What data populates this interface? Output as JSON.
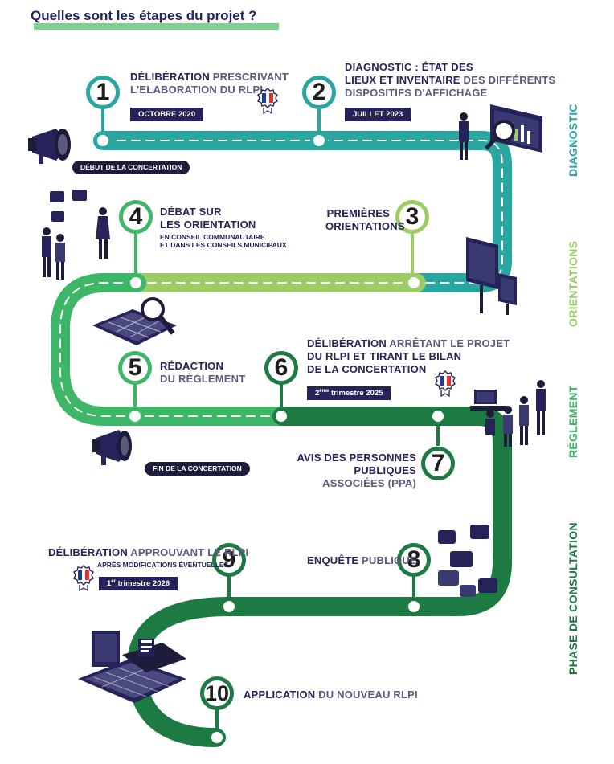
{
  "title": "Quelles sont les étapes du projet ?",
  "phases": {
    "diagnostic": "DIAGNOSTIC",
    "orientations": "ORIENTATIONS",
    "reglement": "RÈGLEMENT",
    "consultation": "PHASE DE CONSULTATION"
  },
  "colors": {
    "teal": "#2aa6a0",
    "lime": "#9ccc65",
    "green": "#3db767",
    "dark_green": "#1e7a43",
    "navy": "#25235a"
  },
  "concertation": {
    "start": "DÉBUT DE LA CONCERTATION",
    "end": "FIN DE LA CONCERTATION"
  },
  "steps": [
    {
      "num": "1",
      "line1_hl": "DÉLIBÉRATION",
      "line1_rest": " PRESCRIVANT",
      "line2": "L'ELABORATION DU RLPi",
      "badge": "OCTOBRE 2020"
    },
    {
      "num": "2",
      "line1": "DIAGNOSTIC : ÉTAT DES",
      "line2_hl": "LIEUX ET INVENTAIRE",
      "line2_rest": " DES DIFFÉRENTS",
      "line3": "DISPOSITIFS D'AFFICHAGE",
      "badge": "JUILLET 2023"
    },
    {
      "num": "3",
      "line1": "PREMIÈRES",
      "line2": "ORIENTATIONS"
    },
    {
      "num": "4",
      "line1": "DÉBAT SUR",
      "line2": "LES ORIENTATION",
      "sub1": "EN CONSEIL COMMUNAUTAIRE",
      "sub2": "ET DANS LES CONSEILS MUNICIPAUX"
    },
    {
      "num": "5",
      "line1": "RÉDACTION",
      "line2": "DU RÈGLEMENT"
    },
    {
      "num": "6",
      "line1_hl": "DÉLIBÉRATION",
      "line1_rest": " ARRÊTANT LE PROJET",
      "line2": "DU RLPi ET TIRANT LE BILAN",
      "line3": "DE LA CONCERTATION",
      "badge_pre": "2",
      "badge_sup": "ème",
      "badge_post": " trimestre 2025"
    },
    {
      "num": "7",
      "line1": "AVIS DES PERSONNES PUBLIQUES",
      "line2": "ASSOCIÉES (PPA)"
    },
    {
      "num": "8",
      "line_hl": "ENQUÊTE",
      "line_rest": " PUBLIQUE"
    },
    {
      "num": "9",
      "line1_hl": "DÉLIBÉRATION",
      "line1_rest": " APPROUVANT LE RLPi",
      "sub1": "APRÈS MODIFICATIONS ÉVENTUELLES",
      "badge_pre": "1",
      "badge_sup": "er",
      "badge_post": " trimestre 2026"
    },
    {
      "num": "10",
      "line_hl": "APPLICATION",
      "line_rest": " DU NOUVEAU RLPi"
    }
  ]
}
